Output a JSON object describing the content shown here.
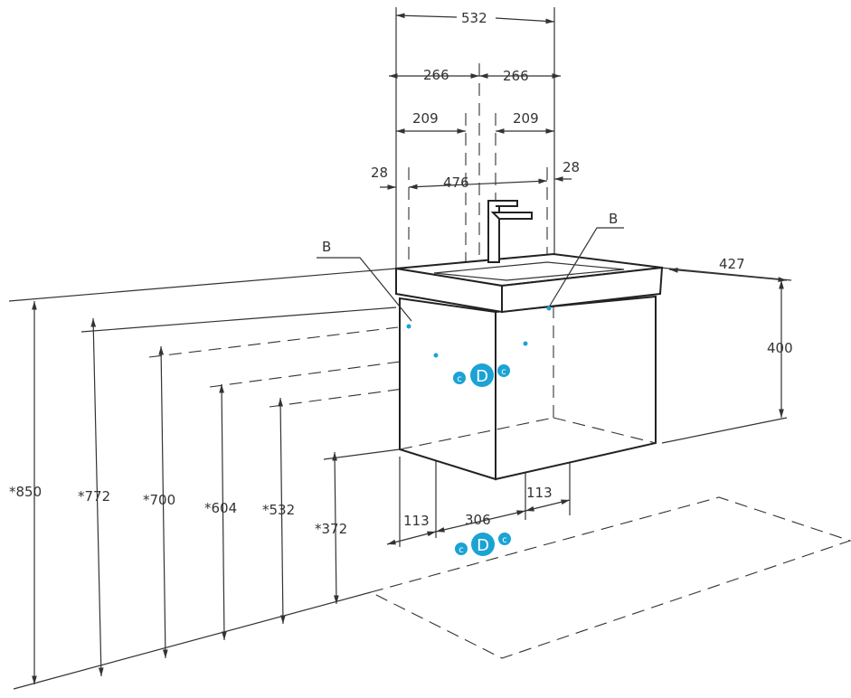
{
  "accent_color": "#1aa3d4",
  "dimensions": {
    "top_width": "532",
    "half_left": "266",
    "half_right": "266",
    "offset_left": "209",
    "offset_right": "209",
    "edge_left": "28",
    "inner_width": "476",
    "edge_right": "28",
    "depth": "427",
    "cabinet_height": "400",
    "h850": "*850",
    "h772": "*772",
    "h700": "*700",
    "h604": "*604",
    "h532": "*532",
    "h372": "*372",
    "bottom_left": "113",
    "bottom_mid": "306",
    "bottom_right": "113"
  },
  "labels": {
    "b_left": "B",
    "b_right": "B",
    "drain": "D",
    "cold": "c",
    "hot": "c"
  }
}
